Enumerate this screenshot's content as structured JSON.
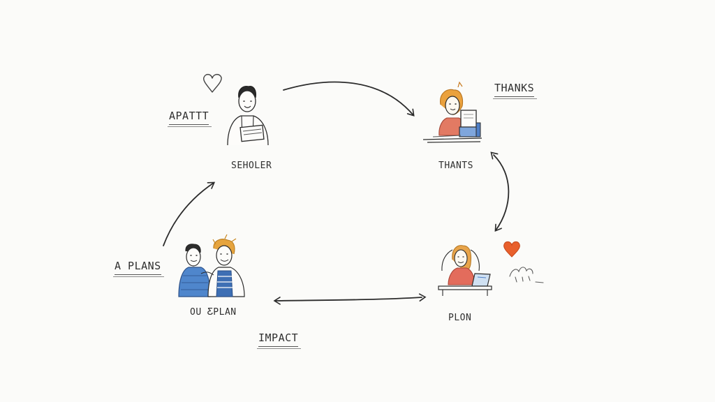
{
  "nodes": {
    "scholar": {
      "label": "SEHOLER"
    },
    "thanks_person": {
      "label": "THANTS"
    },
    "pair": {
      "label": "OU ƸPLAN"
    },
    "plan_person": {
      "label": "PLON"
    }
  },
  "notes": {
    "apatt": "APATTT",
    "thanks": "THANKS",
    "a_plans": "A PLANS",
    "impact": "IMPACT"
  },
  "colors": {
    "ink": "#2b2b2b",
    "heart_outline": "#444444",
    "heart_orange": "#e8602c",
    "blue": "#3b6fb6",
    "hair_orange": "#e09a3a",
    "shirt_red": "#d86a55"
  },
  "icons": [
    "heart-outline-icon",
    "heart-filled-icon",
    "squiggle-icon"
  ]
}
